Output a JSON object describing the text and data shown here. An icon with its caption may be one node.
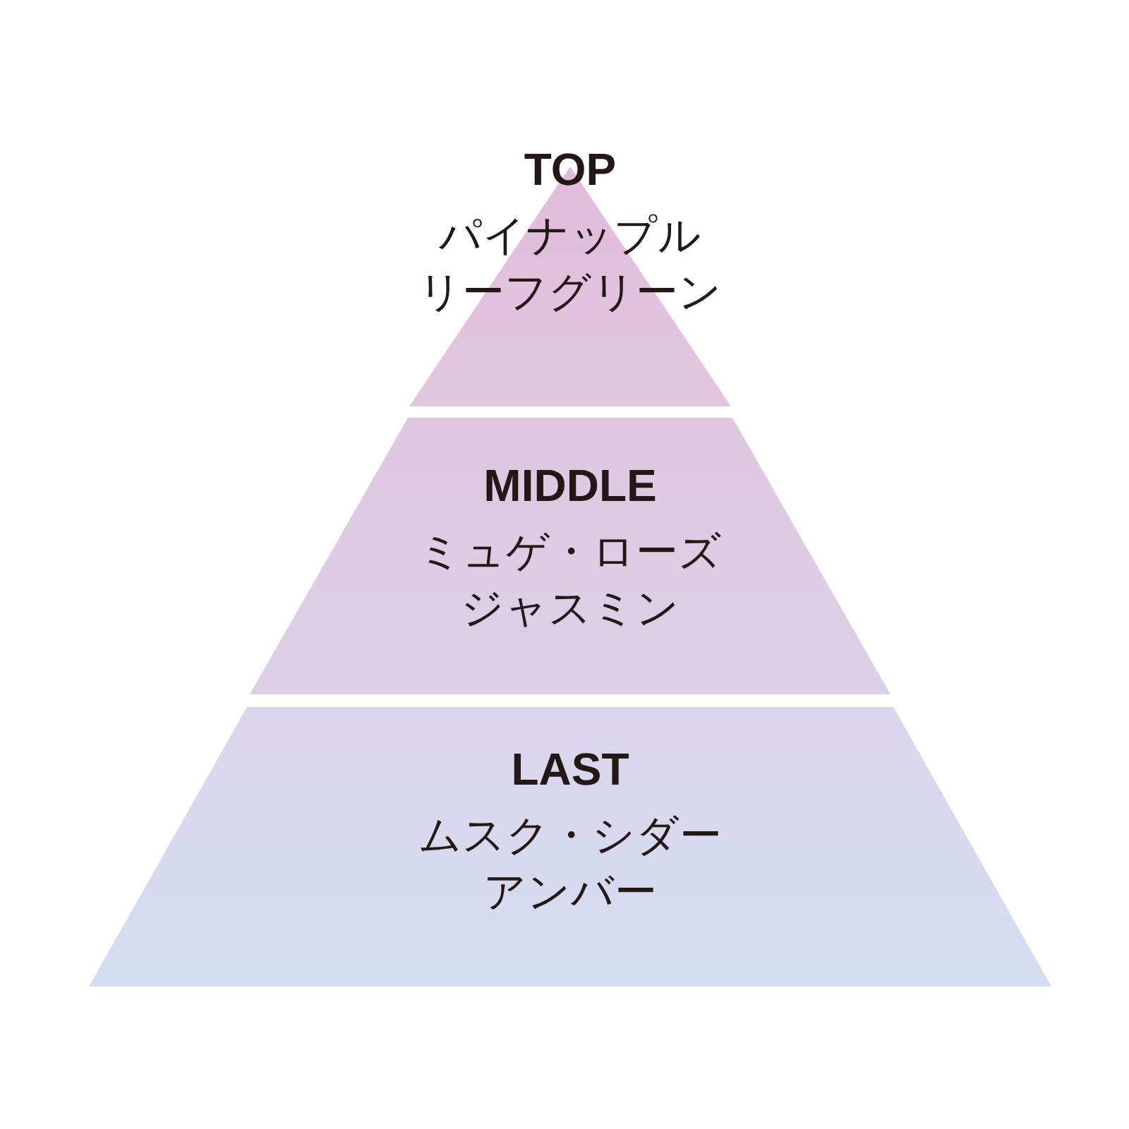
{
  "diagram": {
    "nodes": [
      {
        "text": [
          "TOP",
          "パイナップル",
          "リーフグリーン"
        ]
      },
      {
        "text": [
          "MIDDLE",
          "ミュゲ・ローズ",
          "ジャスミン"
        ]
      },
      {
        "text": [
          "LAST",
          "ムスク・シダー",
          "アンバー"
        ]
      }
    ]
  }
}
